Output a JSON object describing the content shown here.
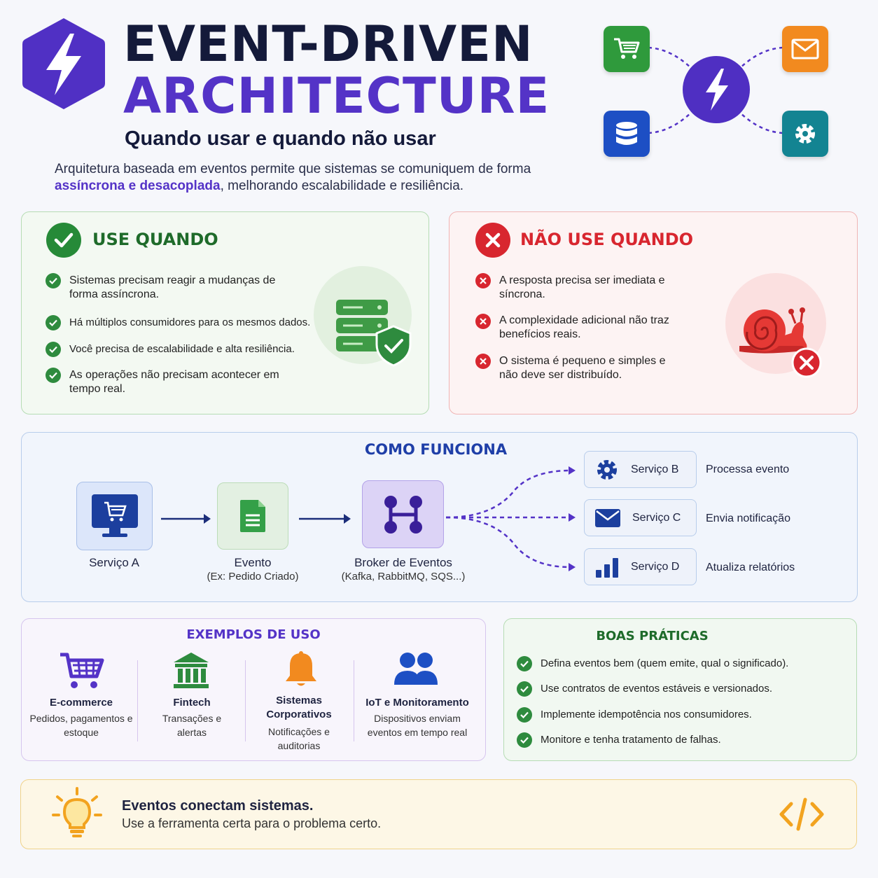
{
  "header": {
    "title_line1": "EVENT-DRIVEN",
    "title_line2": "ARCHITECTURE",
    "subtitle": "Quando usar e quando não usar",
    "intro_part1": "Arquitetura baseada em eventos permite que sistemas se comuniquem de forma",
    "intro_highlight": "assíncrona e desacoplada",
    "intro_part2": ", melhorando escalabilidade e resiliência.",
    "logo_icon": "lightning-bolt-icon",
    "hub_icons": [
      "cart-icon",
      "mail-icon",
      "database-icon",
      "gear-icon"
    ],
    "colors": {
      "navy": "#141a3a",
      "purple": "#5433c7"
    }
  },
  "use_when": {
    "title": "USE QUANDO",
    "items": [
      "Sistemas precisam reagir a mudanças de forma assíncrona.",
      "Há múltiplos consumidores para os mesmos dados.",
      "Você precisa de escalabilidade e alta resiliência.",
      "As operações não precisam acontecer em tempo real."
    ],
    "color": "#2e8b3e"
  },
  "dont_use_when": {
    "title": "NÃO USE QUANDO",
    "items": [
      "A resposta precisa ser imediata e síncrona.",
      "A complexidade adicional não traz benefícios reais.",
      "O sistema é pequeno e simples e não deve ser distribuído."
    ],
    "color": "#d8262f"
  },
  "how_it_works": {
    "title": "COMO FUNCIONA",
    "producer": {
      "label": "Serviço A"
    },
    "event": {
      "label": "Evento",
      "sub": "(Ex: Pedido Criado)"
    },
    "broker": {
      "label": "Broker de Eventos",
      "sub": "(Kafka, RabbitMQ, SQS...)"
    },
    "consumers": [
      {
        "label": "Serviço B",
        "desc": "Processa evento",
        "icon": "gear-icon"
      },
      {
        "label": "Serviço C",
        "desc": "Envia notificação",
        "icon": "mail-icon"
      },
      {
        "label": "Serviço D",
        "desc": "Atualiza relatórios",
        "icon": "bar-chart-icon"
      }
    ]
  },
  "examples": {
    "title": "EXEMPLOS DE USO",
    "items": [
      {
        "name": "E-commerce",
        "desc": "Pedidos, pagamentos e estoque",
        "icon": "cart-icon"
      },
      {
        "name": "Fintech",
        "desc": "Transações e alertas",
        "icon": "bank-icon"
      },
      {
        "name": "Sistemas Corporativos",
        "desc": "Notificações e auditorias",
        "icon": "bell-icon"
      },
      {
        "name": "IoT e Monitoramento",
        "desc": "Dispositivos enviam eventos em tempo real",
        "icon": "users-icon"
      }
    ]
  },
  "best_practices": {
    "title": "BOAS PRÁTICAS",
    "items": [
      "Defina eventos bem (quem emite, qual o significado).",
      "Use contratos de eventos estáveis e versionados.",
      "Implemente idempotência nos consumidores.",
      "Monitore e tenha tratamento de falhas."
    ]
  },
  "footer": {
    "line1": "Eventos conectam sistemas.",
    "line2": "Use a ferramenta certa para o problema certo.",
    "icons": [
      "lightbulb-icon",
      "code-icon"
    ]
  }
}
